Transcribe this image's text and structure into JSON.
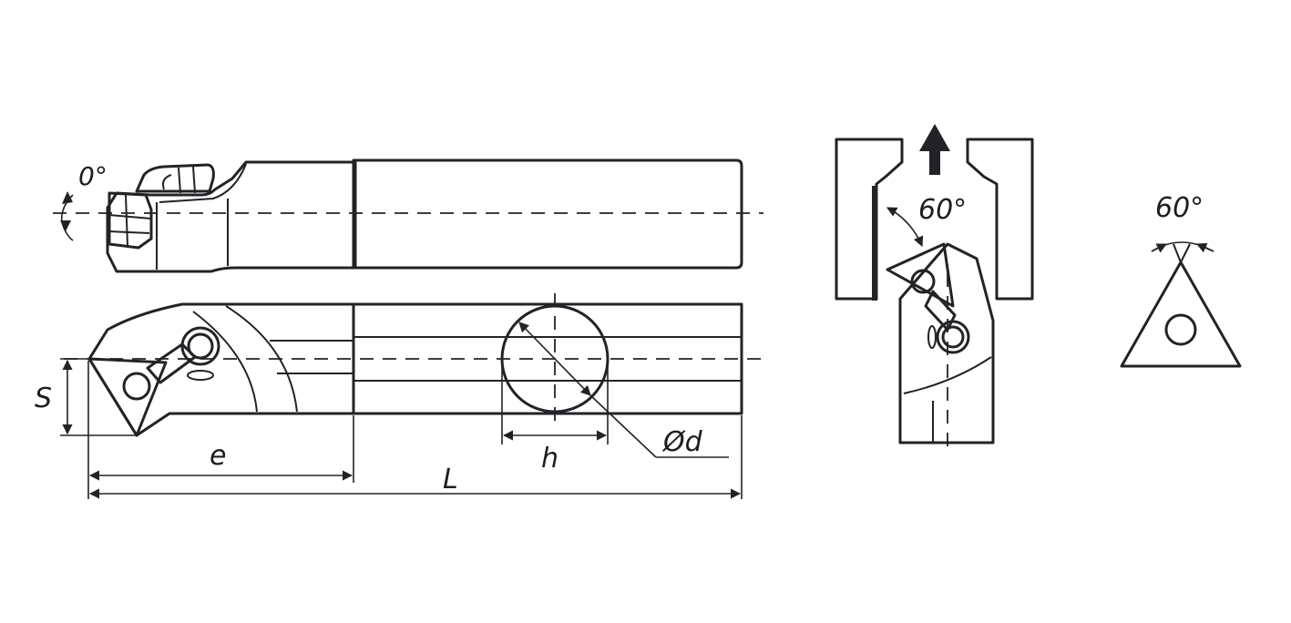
{
  "labels": {
    "angle_side": "0°",
    "angle_mount": "60°",
    "angle_insert": "60°",
    "dim_s": "S",
    "dim_e": "e",
    "dim_h": "h",
    "dim_d": "Ød",
    "dim_l": "L"
  },
  "colors": {
    "body": "#c3d2de",
    "insert": "#8fa6b9",
    "line": "#232327",
    "background": "#ffffff"
  },
  "icons": {
    "feed_direction": "arrow-up-icon"
  }
}
